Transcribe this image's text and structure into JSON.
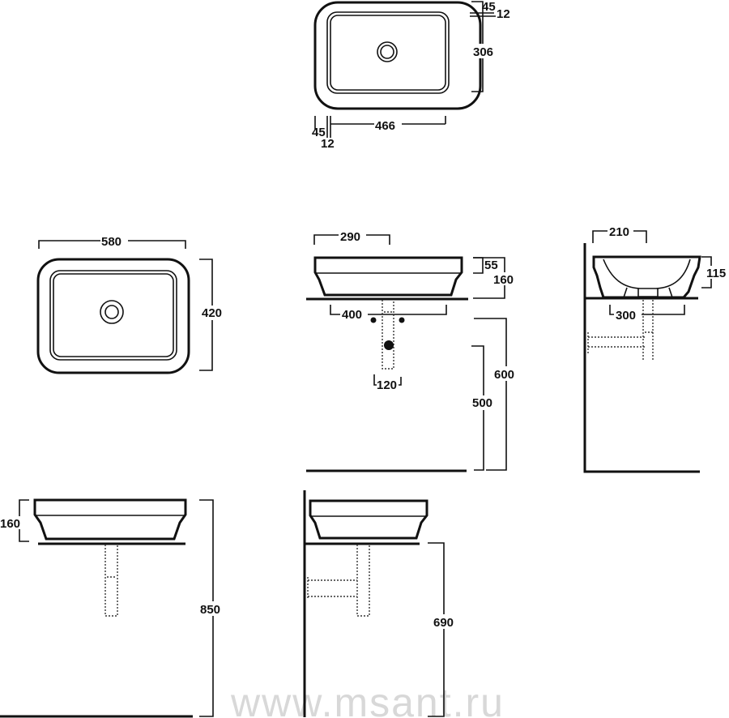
{
  "drawing": {
    "top_view_small": {
      "width": "466",
      "depth": "306",
      "rim_a": "45",
      "rim_b": "12",
      "rim_c": "45",
      "rim_d": "12"
    },
    "top_view_large": {
      "width": "580",
      "depth": "420"
    },
    "front_view": {
      "half_width": "290",
      "rim_height": "55",
      "total_height": "160",
      "cutout": "400",
      "tap_spacing": "120",
      "height_600": "600",
      "height_500": "500"
    },
    "side_view": {
      "half_depth": "210",
      "bowl_height": "115",
      "outlet": "300"
    },
    "front_view_low": {
      "height": "160",
      "floor_height": "850"
    },
    "side_view_low": {
      "floor_height": "690"
    },
    "watermark": "www.msant.ru"
  }
}
